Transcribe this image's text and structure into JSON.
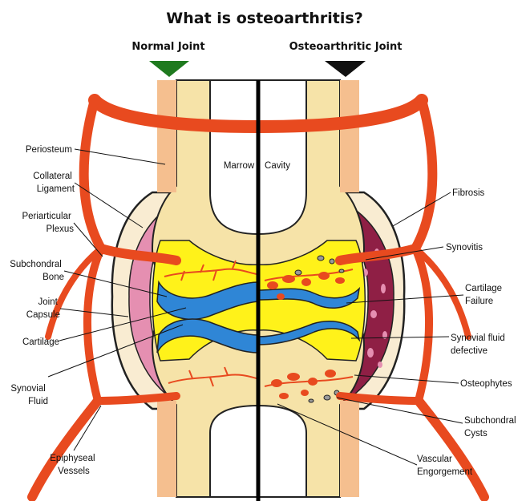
{
  "title": "What is osteoarthritis?",
  "headers": {
    "normal": "Normal Joint",
    "oa": "Osteoarthritic Joint"
  },
  "center": {
    "marrow": "Marrow",
    "cavity": "Cavity"
  },
  "left_labels": {
    "periosteum": [
      "Periosteum"
    ],
    "collateral": [
      "Collateral",
      "Ligament"
    ],
    "periarticular": [
      "Periarticular",
      "Plexus"
    ],
    "subchondral": [
      "Subchondral",
      "Bone"
    ],
    "capsule": [
      "Joint",
      "Capsule"
    ],
    "cartilage": [
      "Cartilage"
    ],
    "synovial": [
      "Synovial",
      "Fluid"
    ],
    "epiphyseal": [
      "Epiphyseal",
      "Vessels"
    ]
  },
  "right_labels": {
    "fibrosis": [
      "Fibrosis"
    ],
    "synovitis": [
      "Synovitis"
    ],
    "cart_failure": [
      "Cartilage",
      "Failure"
    ],
    "syn_defective": [
      "Synovial fluid",
      "defective"
    ],
    "osteophytes": [
      "Osteophytes"
    ],
    "cysts": [
      "Subchondral",
      "Cysts"
    ],
    "vascular": [
      "Vascular",
      "Engorgement"
    ]
  },
  "colors": {
    "bone": "#f6e3a8",
    "periosteum": "#f5bf8f",
    "vessel": "#e84a1f",
    "cartilage": "#2f86d6",
    "synovial_fluid": "#fff21a",
    "synovium": "#e58fb1",
    "fibrosis": "#8f1f45",
    "capsule": "#f9ecd2",
    "normal_marker": "#1f7a1f",
    "oa_marker": "#111111"
  }
}
